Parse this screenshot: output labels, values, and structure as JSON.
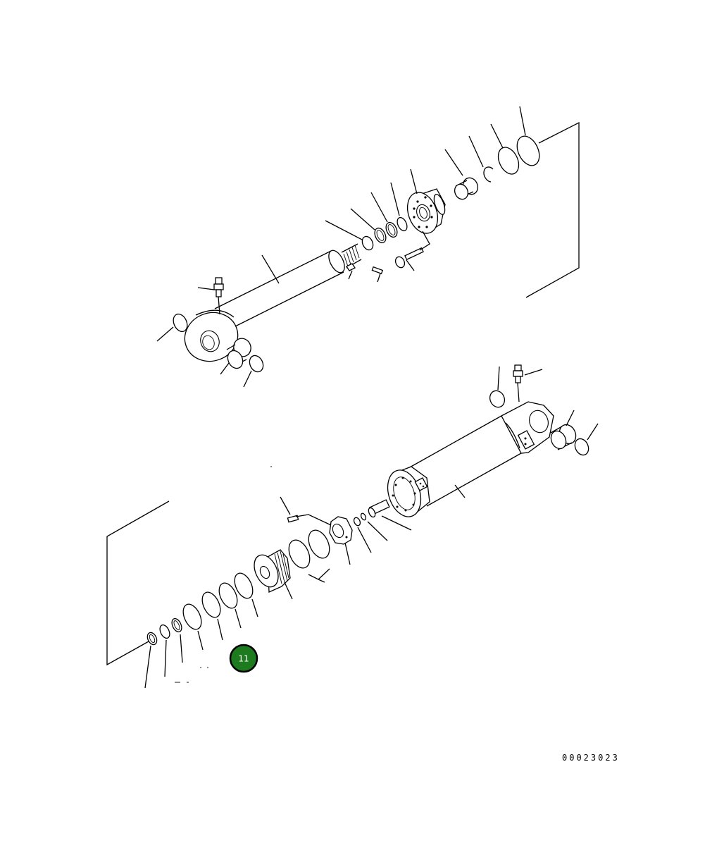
{
  "drawing": {
    "number": "00023023",
    "callout": {
      "label": "11",
      "color": "#1e7a1e",
      "border": "#000000"
    }
  },
  "icons": [
    "callout-badge"
  ]
}
